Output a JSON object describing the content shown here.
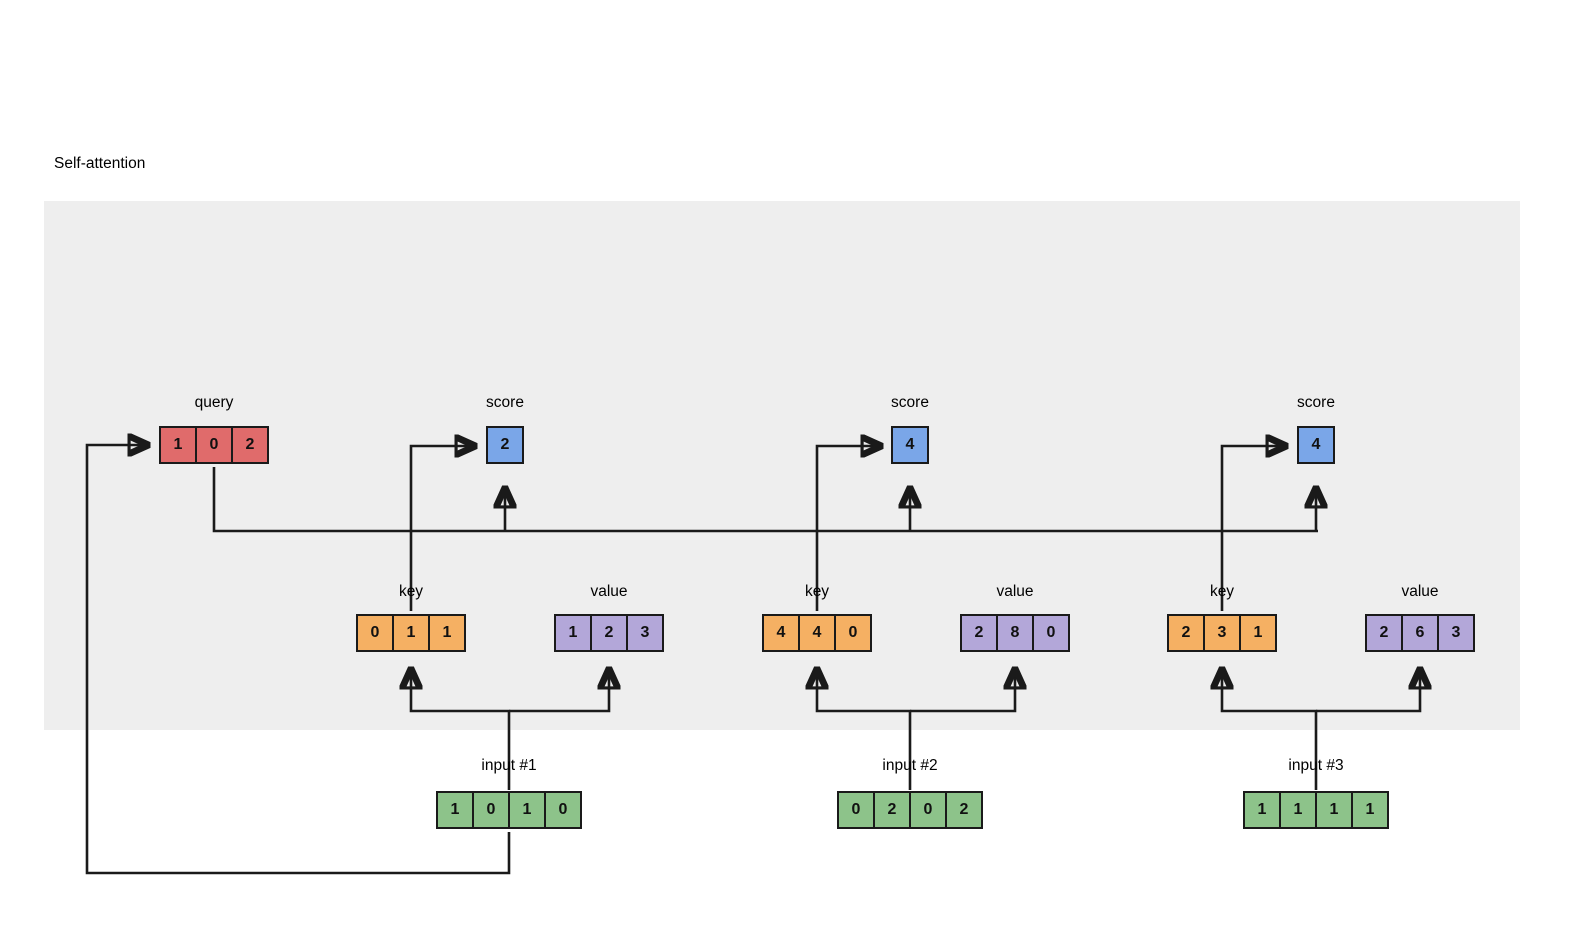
{
  "title": "Self-attention",
  "labels": {
    "query": "query",
    "score": "score",
    "key": "key",
    "value": "value"
  },
  "colors": {
    "panel_bg": "#eeeeee",
    "query": "#e06b6b",
    "score": "#7aa6e8",
    "key": "#f5b063",
    "value": "#b3a7d9",
    "input": "#8dc38a",
    "stroke": "#1a1a1a"
  },
  "query": {
    "label": "query",
    "values": [
      "1",
      "0",
      "2"
    ]
  },
  "groups": [
    {
      "input_label": "input #1",
      "input_values": [
        "1",
        "0",
        "1",
        "0"
      ],
      "key_label": "key",
      "key_values": [
        "0",
        "1",
        "1"
      ],
      "value_label": "value",
      "value_values": [
        "1",
        "2",
        "3"
      ],
      "score_label": "score",
      "score_value": "2"
    },
    {
      "input_label": "input #2",
      "input_values": [
        "0",
        "2",
        "0",
        "2"
      ],
      "key_label": "key",
      "key_values": [
        "4",
        "4",
        "0"
      ],
      "value_label": "value",
      "value_values": [
        "2",
        "8",
        "0"
      ],
      "score_label": "score",
      "score_value": "4"
    },
    {
      "input_label": "input #3",
      "input_values": [
        "1",
        "1",
        "1",
        "1"
      ],
      "key_label": "key",
      "key_values": [
        "2",
        "3",
        "1"
      ],
      "value_label": "value",
      "value_values": [
        "2",
        "6",
        "3"
      ],
      "score_label": "score",
      "score_value": "4"
    }
  ]
}
